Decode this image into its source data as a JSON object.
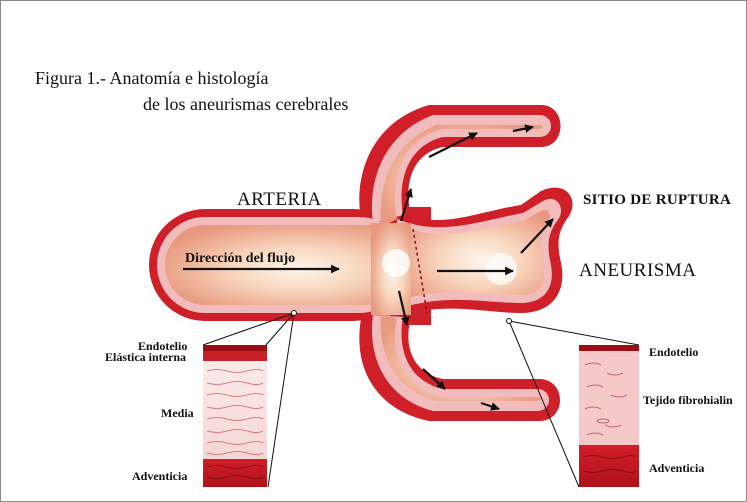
{
  "figure": {
    "title_line1": "Figura 1.- Anatomía e histología",
    "title_line2": "de los aneurismas cerebrales"
  },
  "labels": {
    "arteria": "ARTERIA",
    "sitio_ruptura": "SITIO DE RUPTURA",
    "aneurisma": "ANEURISMA",
    "flow_direction": "Dirección del flujo"
  },
  "artery_wall": {
    "endotelio": "Endotelio",
    "elastica_interna": "Elástica interna",
    "media": "Media",
    "adventicia": "Adventicia"
  },
  "aneurysm_wall": {
    "endotelio": "Endotelio",
    "tejido_fibrohialino": "Tejido fibrohialin",
    "adventicia": "Adventicia"
  },
  "colors": {
    "vessel_red": "#d0202a",
    "inner_wall": "#f1b8b8",
    "lumen": "#f7d2b7",
    "dark_red": "#9a0f14"
  }
}
